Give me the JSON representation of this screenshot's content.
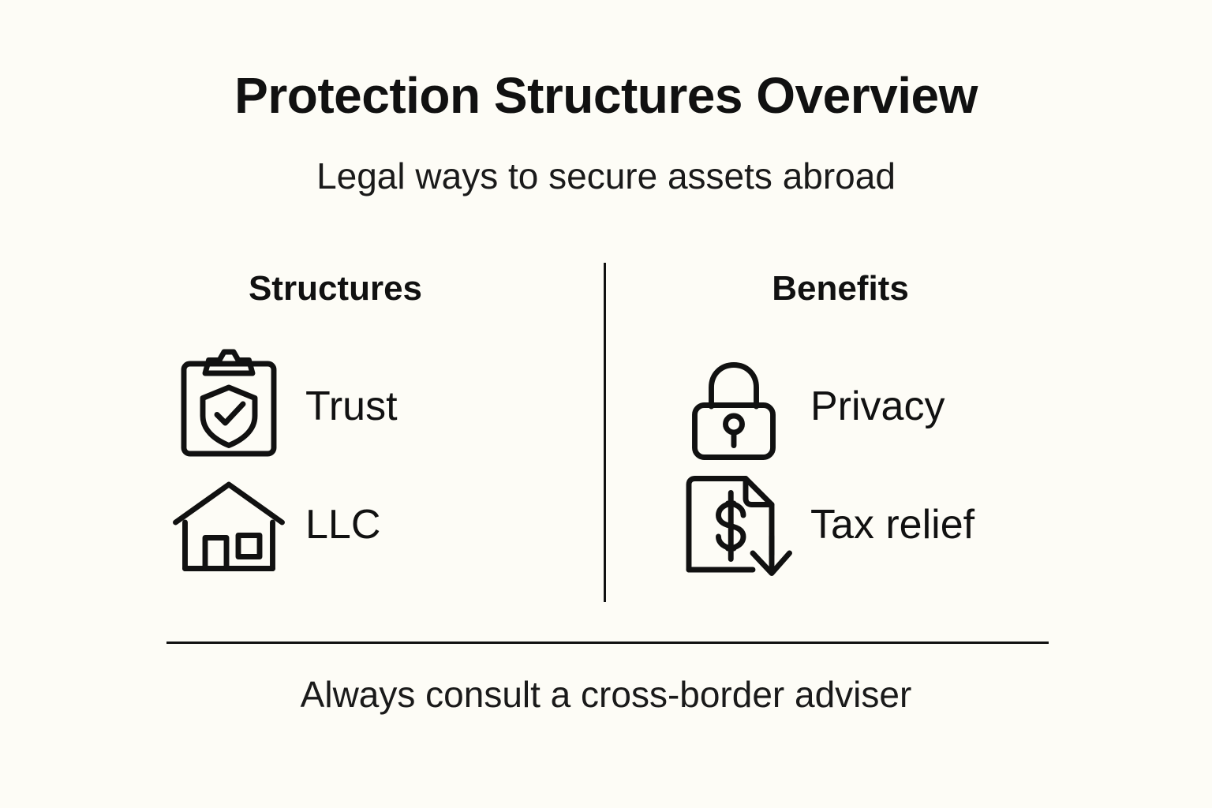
{
  "page": {
    "background_color": "#FDFCF6",
    "ink_color": "#111111"
  },
  "header": {
    "title": "Protection Structures Overview",
    "subtitle": "Legal ways to secure assets abroad"
  },
  "columns": {
    "left": {
      "heading": "Structures",
      "items": [
        {
          "icon": "clipboard-shield-icon",
          "label": "Trust"
        },
        {
          "icon": "house-icon",
          "label": "LLC"
        }
      ]
    },
    "right": {
      "heading": "Benefits",
      "items": [
        {
          "icon": "padlock-icon",
          "label": "Privacy"
        },
        {
          "icon": "document-dollar-down-arrow-icon",
          "label": "Tax relief"
        }
      ]
    }
  },
  "footer": {
    "note": "Always consult a cross-border adviser"
  }
}
